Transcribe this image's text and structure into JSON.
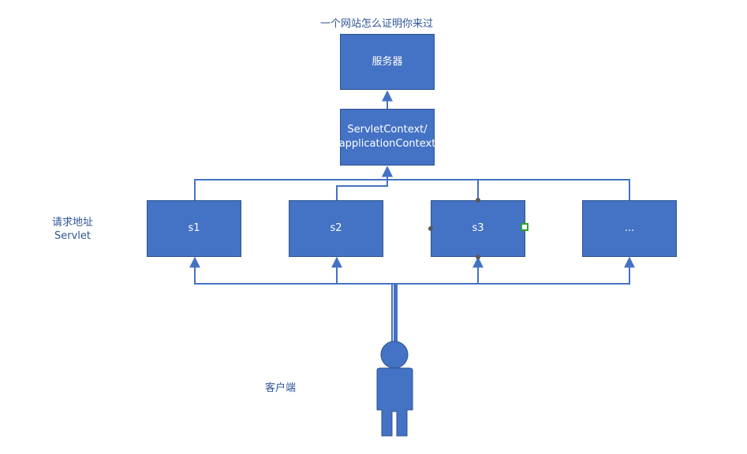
{
  "title": "一个网站怎么证明你来过",
  "nodes": {
    "server": {
      "label": "服务器"
    },
    "context": {
      "line1": "ServletContext/",
      "line2": "applicationContext"
    },
    "s1": {
      "label": "s1"
    },
    "s2": {
      "label": "s2"
    },
    "s3": {
      "label": "s3"
    },
    "more": {
      "label": "..."
    }
  },
  "side_label": {
    "line1": "请求地址",
    "line2": "Servlet"
  },
  "client_label": "客户端",
  "colors": {
    "box_fill": "#4472c4",
    "box_border": "#2f528f",
    "connector": "#4472c4",
    "text_accent": "#2f5597",
    "selection_handle": "#2ea12e"
  }
}
